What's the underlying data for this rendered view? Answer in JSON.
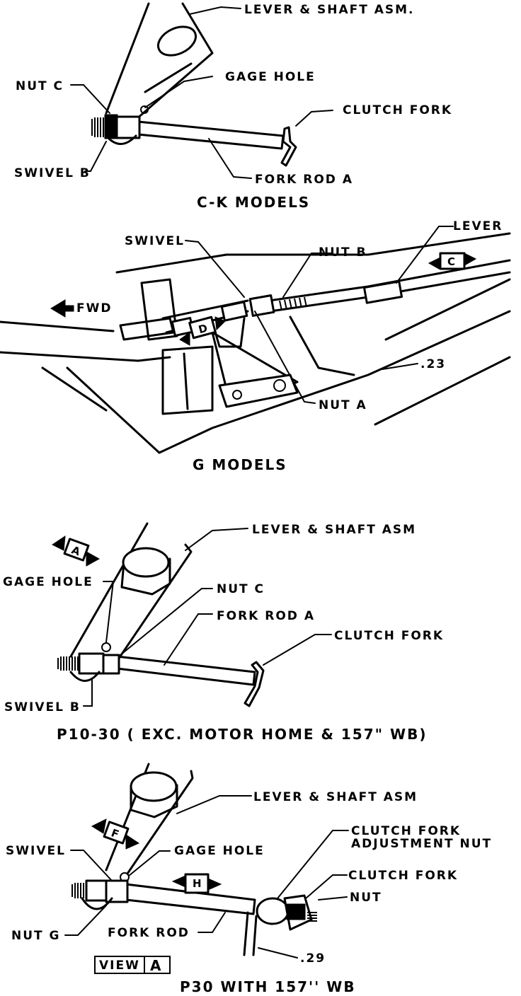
{
  "panels": [
    {
      "title": "C-K MODELS",
      "labels": {
        "lever_shaft": "LEVER & SHAFT ASM.",
        "gage_hole": "GAGE HOLE",
        "nut_c": "NUT C",
        "clutch_fork": "CLUTCH  FORK",
        "swivel_b": "SWIVEL B",
        "fork_rod_a": "FORK ROD A"
      }
    },
    {
      "title": "G MODELS",
      "labels": {
        "lever": "LEVER",
        "swivel": "SWIVEL",
        "nut_b": "NUT B",
        "fwd": "FWD",
        "dim": ".23",
        "nut_a": "NUT A"
      },
      "tags": {
        "c": "C",
        "d": "D"
      }
    },
    {
      "title": "P10-30 ( EXC. MOTOR HOME &  157\" WB)",
      "labels": {
        "lever_shaft": "LEVER & SHAFT ASM",
        "gage_hole": "GAGE HOLE",
        "nut_c": "NUT C",
        "fork_rod_a": "FORK ROD A",
        "clutch_fork": "CLUTCH FORK",
        "swivel_b": "SWIVEL B"
      },
      "tags": {
        "a": "A"
      }
    },
    {
      "title": "P30 WITH 157'' WB",
      "labels": {
        "lever_shaft": "LEVER & SHAFT ASM",
        "clutch_fork_adjustment_nut_1": "CLUTCH FORK",
        "clutch_fork_adjustment_nut_2": "ADJUSTMENT NUT",
        "swivel": "SWIVEL",
        "gage_hole": "GAGE HOLE",
        "clutch_fork": "CLUTCH FORK",
        "nut": "NUT",
        "nut_g": "NUT G",
        "fork_rod": "FORK ROD",
        "dim": ".29",
        "view_word": "VIEW",
        "view_letter": "A"
      },
      "tags": {
        "f": "F",
        "h": "H"
      }
    }
  ]
}
